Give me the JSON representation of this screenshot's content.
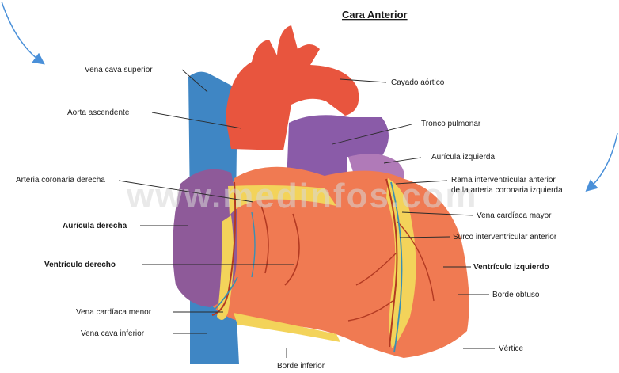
{
  "title": "Cara Anterior",
  "watermark": "www.medinfos.com",
  "colors": {
    "aorta": "#e8553e",
    "vena_cava": "#3f86c4",
    "pulmonary": "#8a5ba8",
    "atrium_right": "#8e5a99",
    "myocardium": "#f07a52",
    "fat": "#f3d35a",
    "coronary_artery": "#b33a22",
    "coronary_vein": "#3a8fb3",
    "arrow": "#4a90d9"
  },
  "labels": {
    "vena_cava_superior": "Vena cava superior",
    "aorta_ascendente": "Aorta ascendente",
    "arteria_coronaria_derecha": "Arteria coronaria derecha",
    "auricula_derecha": "Aurícula derecha",
    "ventriculo_derecho": "Ventrículo derecho",
    "vena_cardiaca_menor": "Vena cardíaca menor",
    "vena_cava_inferior": "Vena cava inferior",
    "borde_inferior": "Borde inferior",
    "cayado_aortico": "Cayado aórtico",
    "tronco_pulmonar": "Tronco pulmonar",
    "auricula_izquierda": "Aurícula izquierda",
    "rama_interventricular_1": "Rama interventricular anterior",
    "rama_interventricular_2": "de la arteria coronaria izquierda",
    "vena_cardiaca_mayor": "Vena cardíaca mayor",
    "surco_interventricular": "Surco interventricular anterior",
    "ventriculo_izquierdo": "Ventrículo izquierdo",
    "borde_obtuso": "Borde obtuso",
    "vertice": "Vértice"
  }
}
